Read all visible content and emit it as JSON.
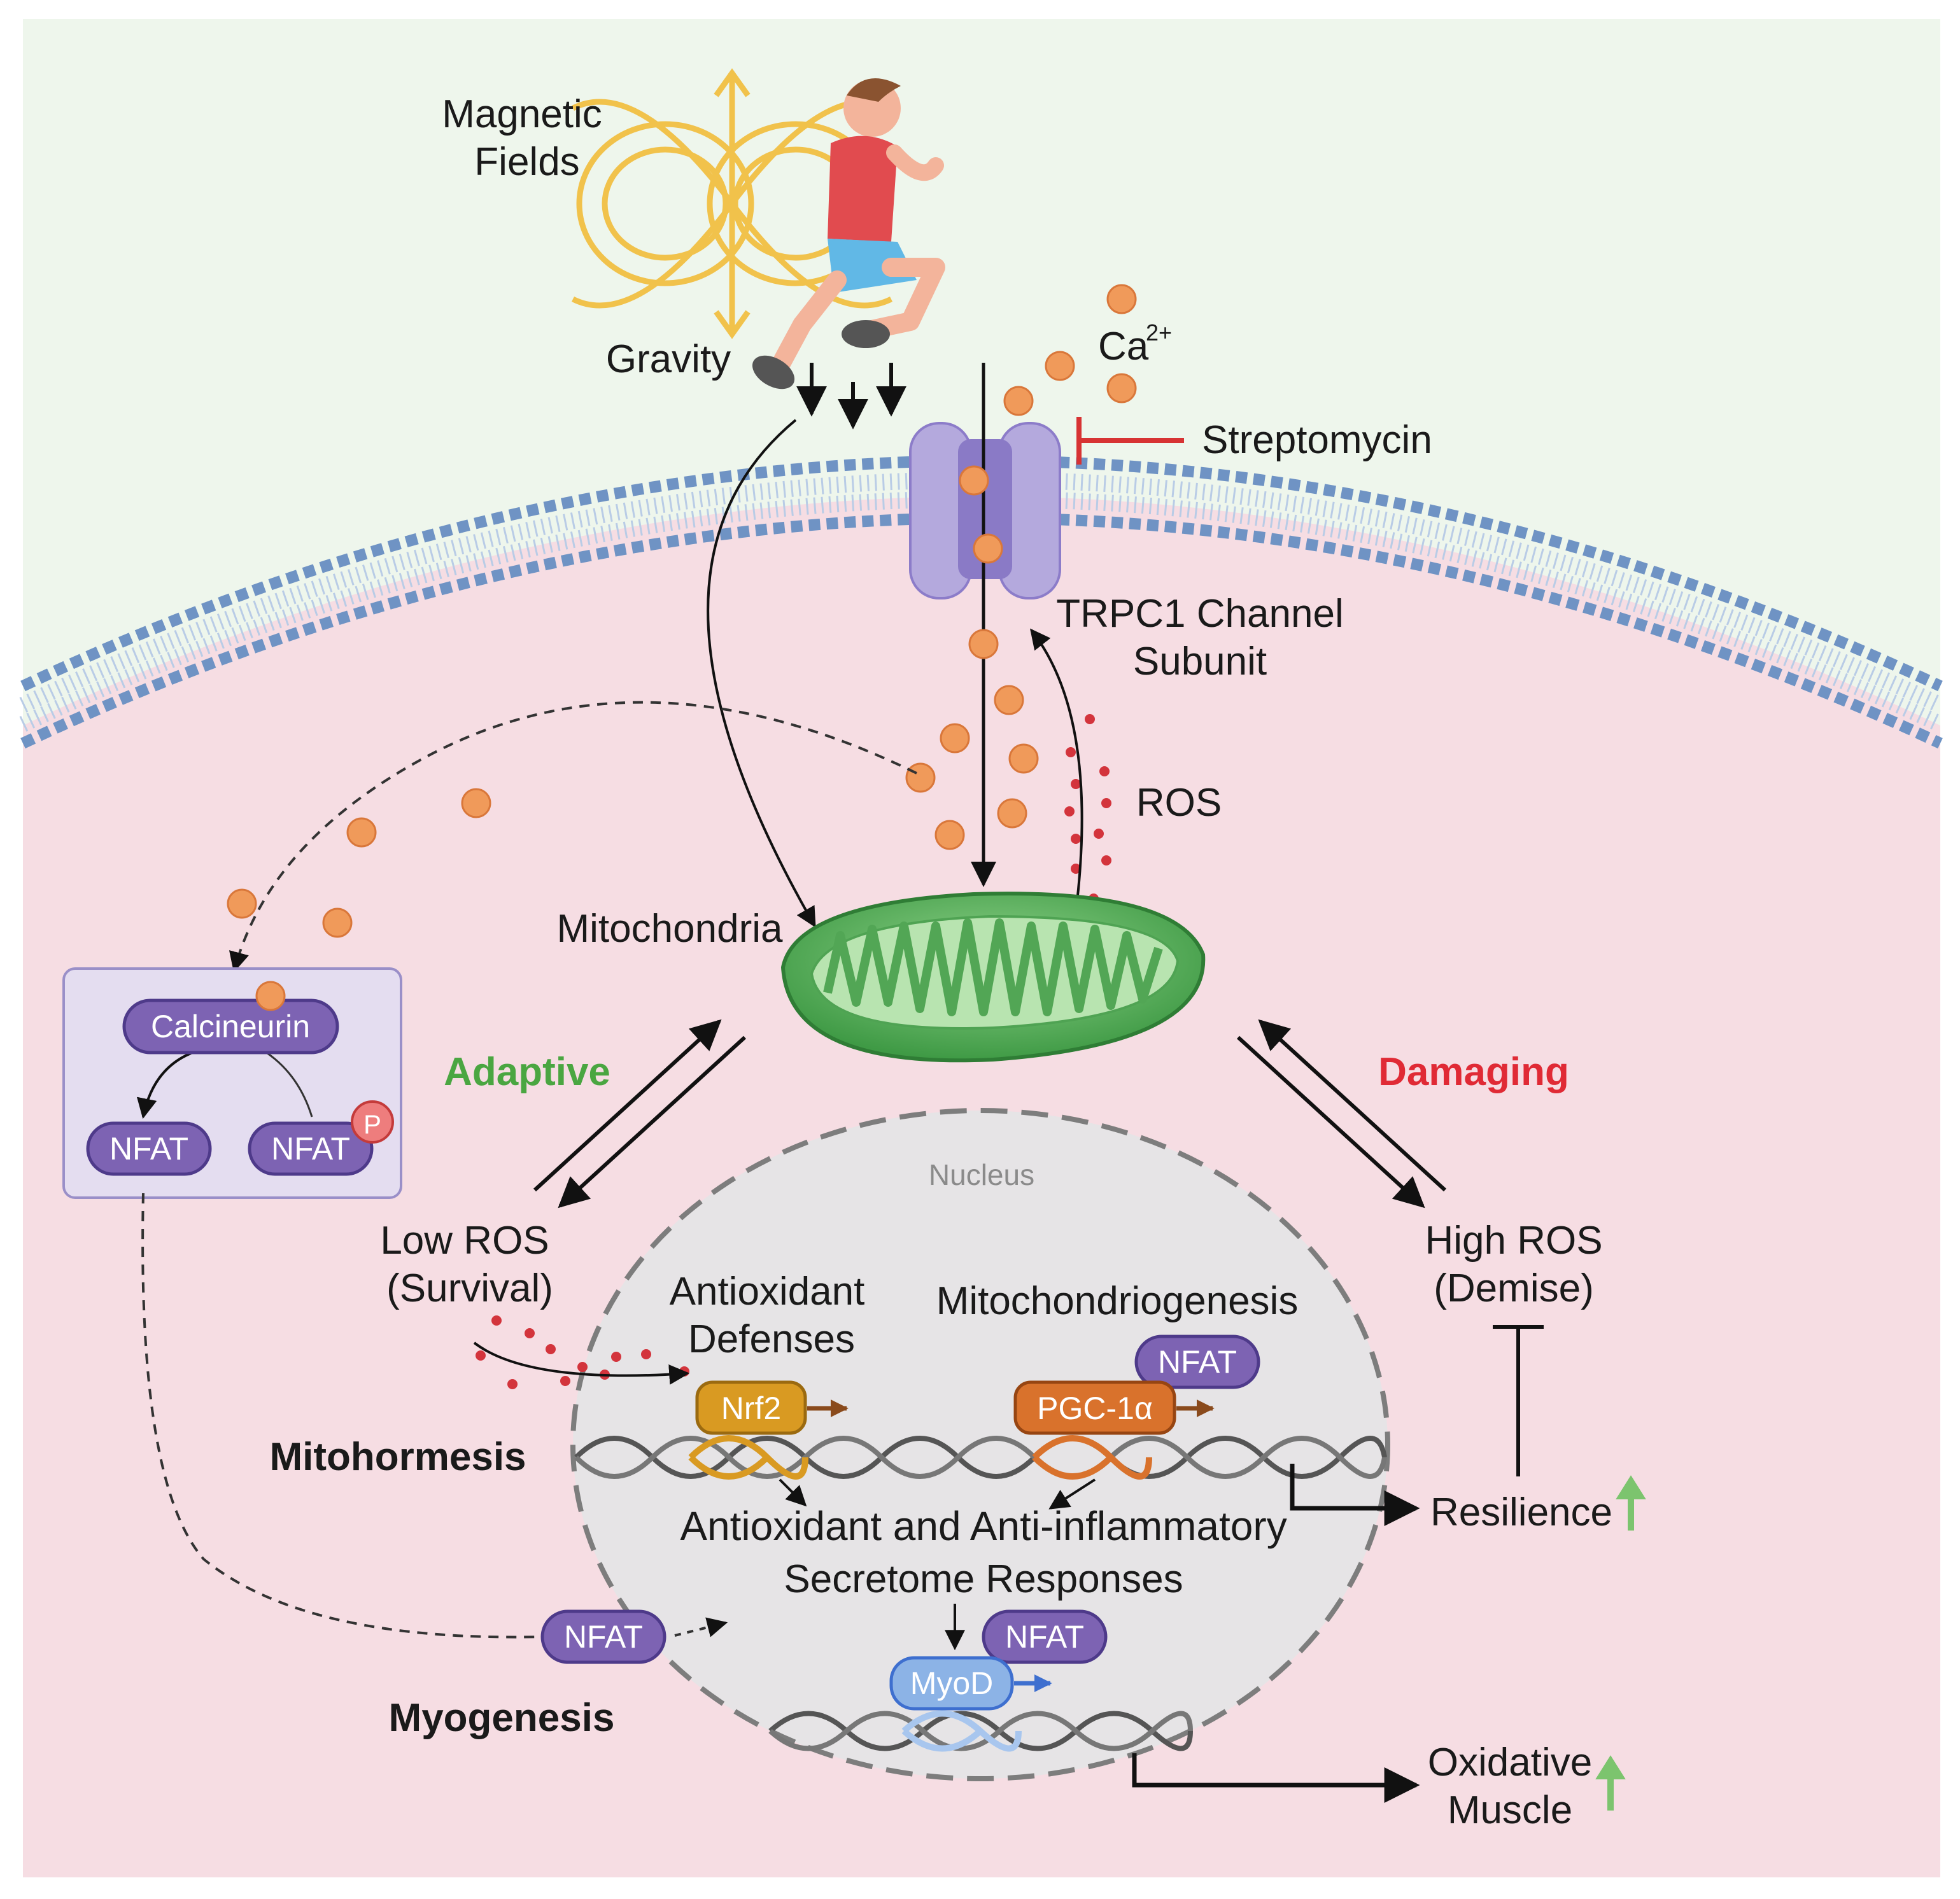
{
  "labels": {
    "magnetic_line1": "Magnetic",
    "magnetic_line2": "Fields",
    "gravity": "Gravity",
    "ca": "Ca",
    "ca_sup": "2+",
    "streptomycin": "Streptomycin",
    "trpc1_line1": "TRPC1 Channel",
    "trpc1_line2": "Subunit",
    "ros": "ROS",
    "mitochondria": "Mitochondria",
    "adaptive": "Adaptive",
    "damaging": "Damaging",
    "nucleus": "Nucleus",
    "low_ros_line1": "Low ROS",
    "low_ros_line2": "(Survival)",
    "high_ros_line1": "High ROS",
    "high_ros_line2": "(Demise)",
    "antiox_def_line1": "Antioxidant",
    "antiox_def_line2": "Defenses",
    "mitochondriogenesis": "Mitochondriogenesis",
    "mitohormesis": "Mitohormesis",
    "myogenesis": "Myogenesis",
    "secretome_line1": "Antioxidant and Anti-inflammatory",
    "secretome_line2": "Secretome Responses",
    "resilience": "Resilience",
    "oxidative_line1": "Oxidative",
    "oxidative_line2": "Muscle"
  },
  "proteins": {
    "calcineurin": "Calcineurin",
    "nfat": "NFAT",
    "phospho": "P",
    "nrf2": "Nrf2",
    "pgc1a": "PGC-1α",
    "myod": "MyoD"
  },
  "colors": {
    "extracellular_bg": "#eef6ec",
    "cytoplasm_bg": "#f6dde3",
    "membrane_head": "#6f93c4",
    "nucleus_bg": "#e6e4e6",
    "nfat_purple": "#7d63b3",
    "nrf2_gold": "#d99a22",
    "pgc_orange": "#d9722c",
    "myod_blue": "#8cb3e6",
    "mito_green": "#5cb65a",
    "adaptive_green": "#4aa641",
    "damaging_red": "#e02a35",
    "calcium_orange": "#f09a5a",
    "ros_red": "#d3343c",
    "inhibit_red": "#d73333",
    "up_arrow_green": "#7cc46e"
  },
  "icons": [
    "runner-figure",
    "magnetic-field-lines",
    "trpc1-channel",
    "mitochondrion",
    "dna-helix",
    "up-arrow-icon"
  ]
}
